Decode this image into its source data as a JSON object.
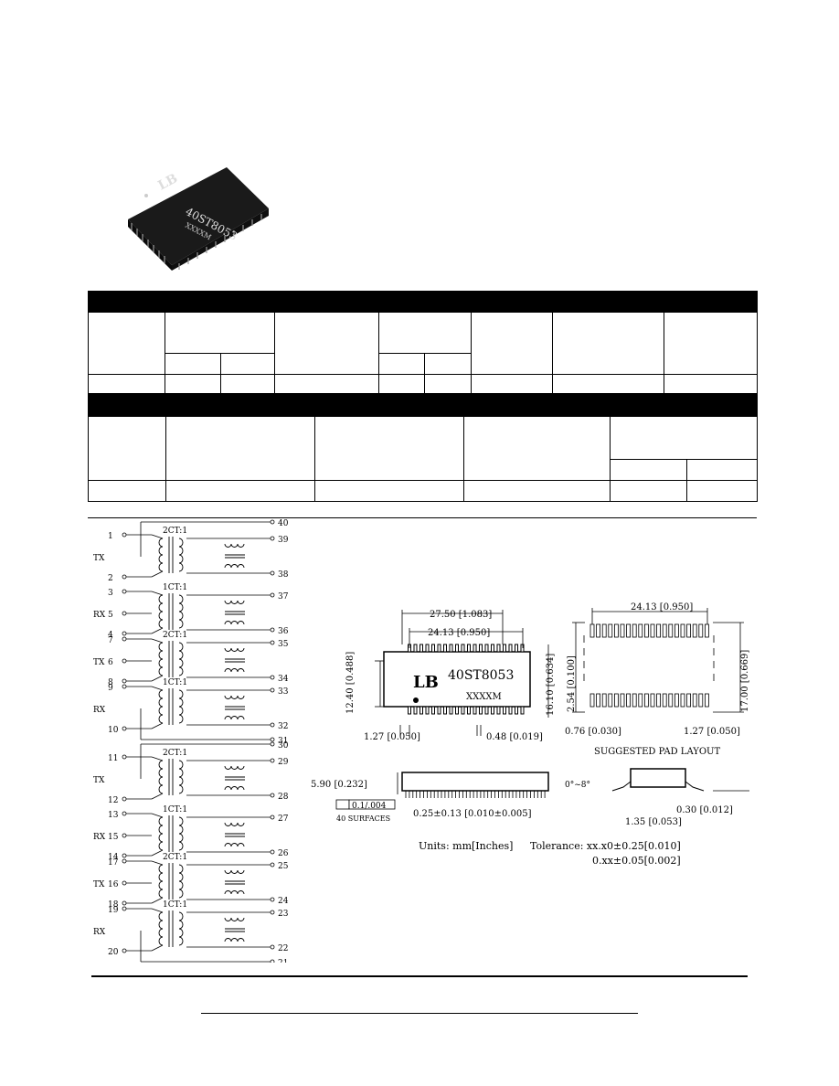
{
  "product": {
    "photo_alt": "40ST8053 surface-mount transformer module",
    "logo_text": "LB",
    "part_marking": "40ST8053",
    "date_marking": "XXXXM"
  },
  "schematic": {
    "channels": [
      {
        "ratio": "2CT:1",
        "signal": "TX",
        "pins_left": [
          "1",
          "",
          "2"
        ],
        "pins_right": [
          "39",
          "38"
        ],
        "top_pin": "40"
      },
      {
        "ratio": "1CT:1",
        "signal": "RX",
        "pins_left": [
          "3",
          "5",
          "4"
        ],
        "pins_right": [
          "37",
          "36"
        ]
      },
      {
        "ratio": "2CT:1",
        "signal": "TX",
        "pins_left": [
          "7",
          "6",
          "8"
        ],
        "pins_right": [
          "35",
          "34"
        ]
      },
      {
        "ratio": "1CT:1",
        "signal": "RX",
        "pins_left": [
          "9",
          "",
          "10"
        ],
        "pins_right": [
          "33",
          "32"
        ],
        "bottom_pin": "31"
      },
      {
        "ratio": "2CT:1",
        "signal": "TX",
        "pins_left": [
          "11",
          "",
          "12"
        ],
        "pins_right": [
          "29",
          "28"
        ],
        "top_pin": "30"
      },
      {
        "ratio": "1CT:1",
        "signal": "RX",
        "pins_left": [
          "13",
          "15",
          "14"
        ],
        "pins_right": [
          "27",
          "26"
        ]
      },
      {
        "ratio": "2CT:1",
        "signal": "TX",
        "pins_left": [
          "17",
          "16",
          "18"
        ],
        "pins_right": [
          "25",
          "24"
        ]
      },
      {
        "ratio": "1CT:1",
        "signal": "RX",
        "pins_left": [
          "19",
          "",
          "20"
        ],
        "pins_right": [
          "23",
          "22"
        ],
        "bottom_pin": "21"
      }
    ]
  },
  "dimensions": {
    "overall_length": "27.50 [1.083]",
    "pin_span": "24.13 [0.950]",
    "body_width": "12.40 [0.488]",
    "lead_span": "16.10 [0.634]",
    "pitch": "1.27 [0.050]",
    "lead_width": "0.48 [0.019]",
    "height": "5.90 [0.232]",
    "coplanarity": "0.1/.004",
    "coplanarity_note": "40 SURFACES",
    "standoff": "0.25±0.13 [0.010±0.005]",
    "lead_angle": "0°~8°",
    "foot_length": "1.35 [0.053]",
    "lead_thickness": "0.30 [0.012]",
    "pad_span": "24.13 [0.950]",
    "pad_pitch_vertical": "2.54 [0.100]",
    "pad_row_span": "17.00 [0.669]",
    "pad_width": "0.76 [0.030]",
    "pad_pitch": "1.27 [0.050]",
    "pad_layout_title": "SUGGESTED PAD LAYOUT",
    "units_note": "Units: mm[Inches]",
    "tolerance_1": "Tolerance: xx.x0±0.25[0.010]",
    "tolerance_2": "0.xx±0.05[0.002]"
  }
}
